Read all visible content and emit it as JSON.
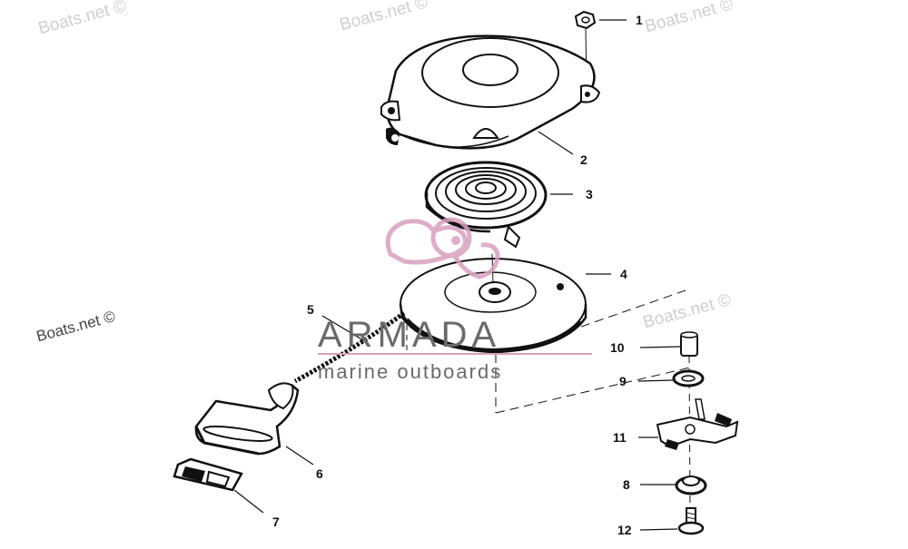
{
  "watermarks": {
    "wm1": "Boats.net ©",
    "wm2": "Boats.net ©",
    "wm3": "Boats.net ©",
    "wm4": "Boats.net ©",
    "wm5": "Boats.net ©"
  },
  "brand": {
    "name": "ARMADA",
    "tagline": "marine outboards",
    "colors": {
      "logo": "#d9a0bf",
      "text": "#6a6a6a"
    }
  },
  "callouts": [
    {
      "id": "1",
      "label": "1"
    },
    {
      "id": "2",
      "label": "2"
    },
    {
      "id": "3",
      "label": "3"
    },
    {
      "id": "4",
      "label": "4"
    },
    {
      "id": "5",
      "label": "5"
    },
    {
      "id": "6",
      "label": "6"
    },
    {
      "id": "7",
      "label": "7"
    },
    {
      "id": "8",
      "label": "8"
    },
    {
      "id": "9",
      "label": "9"
    },
    {
      "id": "10",
      "label": "10"
    },
    {
      "id": "11",
      "label": "11"
    },
    {
      "id": "12",
      "label": "12"
    }
  ]
}
